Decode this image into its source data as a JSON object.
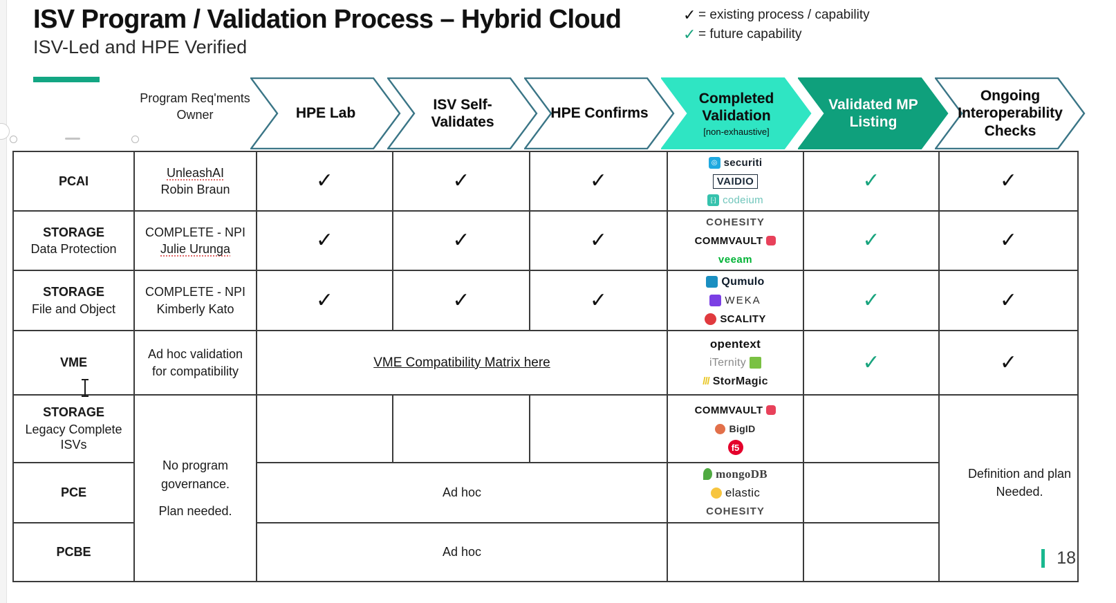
{
  "title": {
    "main": "ISV Program / Validation Process – Hybrid Cloud",
    "sub": "ISV-Led and HPE Verified"
  },
  "legend": {
    "items": [
      {
        "mark": "✓",
        "text": "= existing process / capability",
        "color": "#111111"
      },
      {
        "mark": "✓",
        "text": "= future capability",
        "color": "#19a47e"
      }
    ]
  },
  "header": {
    "owner_label": "Program Req'ments\nOwner",
    "owner_line1": "Program Req'ments",
    "owner_line2": "Owner",
    "stages": [
      {
        "label": "HPE Lab",
        "sub": "",
        "fill": "#ffffff",
        "stroke": "#3a7586",
        "text": "#0d0d0d"
      },
      {
        "label": "ISV Self-\nValidates",
        "line1": "ISV Self-",
        "line2": "Validates",
        "sub": "",
        "fill": "#ffffff",
        "stroke": "#3a7586",
        "text": "#0d0d0d"
      },
      {
        "label": "HPE Confirms",
        "sub": "",
        "fill": "#ffffff",
        "stroke": "#3a7586",
        "text": "#0d0d0d"
      },
      {
        "label": "Completed\nValidation",
        "line1": "Completed",
        "line2": "Validation",
        "sub": "[non-exhaustive]",
        "fill": "#2fe5c3",
        "stroke": "#2fe5c3",
        "text": "#0d0d0d"
      },
      {
        "label": "Validated MP\nListing",
        "line1": "Validated MP",
        "line2": "Listing",
        "sub": "",
        "fill": "#0fa07c",
        "stroke": "#0fa07c",
        "text": "#ffffff"
      },
      {
        "label": "Ongoing\nInteroperability\nChecks",
        "line1": "Ongoing",
        "line2": "Interoperability",
        "line3": "Checks",
        "sub": "",
        "fill": "#ffffff",
        "stroke": "#3a7586",
        "text": "#0d0d0d"
      }
    ]
  },
  "rows": [
    {
      "product": "PCAI",
      "product_sub": "",
      "owner_line1": "UnleashAI",
      "owner_line1_spell": true,
      "owner_line2": "Robin Braun",
      "hpe_lab": "✓",
      "isv_self": "✓",
      "hpe_confirms": "✓",
      "logos": [
        {
          "name": "securiti",
          "text": "securiti",
          "text_color": "#17202a",
          "icon": "square",
          "icon_color": "#1fa9e0",
          "icon_glyph": "◎"
        },
        {
          "name": "vaidio",
          "text": "VAIDIO",
          "text_color": "#1c2b3a",
          "icon": "box"
        },
        {
          "name": "codeium",
          "text": "codeium",
          "text_color": "#6fc5bb",
          "icon": "square",
          "icon_color": "#36c2ad",
          "icon_glyph": "[∙]"
        }
      ],
      "mp_listing": "✓",
      "mp_listing_color": "green",
      "ongoing": "✓",
      "ongoing_color": "black"
    },
    {
      "product": "STORAGE",
      "product_sub": "Data Protection",
      "owner_line1": "COMPLETE - NPI",
      "owner_line1_spell": false,
      "owner_line2": "Julie Urunga",
      "owner_line2_spell": true,
      "hpe_lab": "✓",
      "isv_self": "✓",
      "hpe_confirms": "✓",
      "logos": [
        {
          "name": "cohesity",
          "text": "COHESITY",
          "text_color": "#4a4a4a"
        },
        {
          "name": "commvault",
          "text": "COMMVAULT",
          "text_color": "#111111",
          "icon": "hex",
          "icon_color": "#e8415a"
        },
        {
          "name": "veeam",
          "text": "veeam",
          "text_color": "#00b336"
        }
      ],
      "mp_listing": "✓",
      "mp_listing_color": "green",
      "ongoing": "✓",
      "ongoing_color": "black"
    },
    {
      "product": "STORAGE",
      "product_sub": "File and Object",
      "owner_line1": "COMPLETE - NPI",
      "owner_line1_spell": false,
      "owner_line2": "Kimberly Kato",
      "owner_line2_spell": false,
      "hpe_lab": "✓",
      "isv_self": "✓",
      "hpe_confirms": "✓",
      "logos": [
        {
          "name": "qumulo",
          "text": "Qumulo",
          "text_color": "#0d1b2a",
          "icon": "square",
          "icon_color": "#1a8fc1"
        },
        {
          "name": "weka",
          "text": "WEKA",
          "text_color": "#2b2b2b",
          "icon": "square",
          "icon_color": "#7b3fe4"
        },
        {
          "name": "scality",
          "text": "SCALITY",
          "text_color": "#111111",
          "icon": "circle",
          "icon_color": "#e03a3e"
        }
      ],
      "mp_listing": "✓",
      "mp_listing_color": "green",
      "ongoing": "✓",
      "ongoing_color": "black"
    },
    {
      "product": "VME",
      "product_sub": "",
      "owner_line1": "Ad hoc validation",
      "owner_line2": "for compatibility",
      "merged_link": "VME Compatibility Matrix here",
      "logos": [
        {
          "name": "opentext",
          "text": "opentext",
          "text_color": "#111111"
        },
        {
          "name": "iternity",
          "text": "iTernity",
          "text_color": "#8a8a8a",
          "icon": "square",
          "icon_color": "#7ac143"
        },
        {
          "name": "stormagic",
          "text": "StorMagic",
          "text_color": "#1a1a1a",
          "icon": "slash",
          "icon_color": "#e8c520"
        }
      ],
      "mp_listing": "✓",
      "mp_listing_color": "green",
      "ongoing": "✓",
      "ongoing_color": "black"
    },
    {
      "product": "STORAGE",
      "product_sub": "Legacy Complete\nISVs",
      "product_sub1": "Legacy Complete",
      "product_sub2": "ISVs",
      "hpe_lab": "",
      "isv_self": "",
      "hpe_confirms": "",
      "logos": [
        {
          "name": "commvault",
          "text": "COMMVAULT",
          "text_color": "#111111",
          "icon": "hex",
          "icon_color": "#e8415a"
        },
        {
          "name": "bigid",
          "text": "BigID",
          "text_color": "#2b2b2b",
          "icon": "print",
          "icon_color": "#e2704a"
        },
        {
          "name": "f5",
          "text": "f5",
          "text_color": "#ffffff",
          "icon": "circle",
          "icon_color": "#e4002b"
        }
      ],
      "mp_listing": "",
      "ongoing": ""
    },
    {
      "product": "PCE",
      "product_sub": "",
      "merged_adhoc": "Ad hoc",
      "logos": [
        {
          "name": "mongodb",
          "text": "mongoDB",
          "text_color": "#3f3f3f",
          "icon": "leaf",
          "icon_color": "#4faa41"
        },
        {
          "name": "elastic",
          "text": "elastic",
          "text_color": "#1a1a1a",
          "icon": "flower",
          "icon_color": "#f7c53f"
        },
        {
          "name": "cohesity",
          "text": "COHESITY",
          "text_color": "#4a4a4a"
        }
      ],
      "mp_listing": "",
      "ongoing": ""
    },
    {
      "product": "PCBE",
      "product_sub": "",
      "merged_adhoc": "Ad hoc",
      "logos": [],
      "mp_listing": "",
      "ongoing": ""
    }
  ],
  "owner_note": {
    "line1": "No program",
    "line2": "governance.",
    "line3": "Plan needed."
  },
  "ongoing_note": {
    "line1": "Definition and plan",
    "line2": "Needed."
  },
  "footer": {
    "slide_number": "18"
  },
  "colors": {
    "hpe_green": "#01a982",
    "mint": "#2fe5c3",
    "teal_stroke": "#3a7586",
    "accent_bar": "#13a683",
    "check_green": "#19a47e"
  }
}
